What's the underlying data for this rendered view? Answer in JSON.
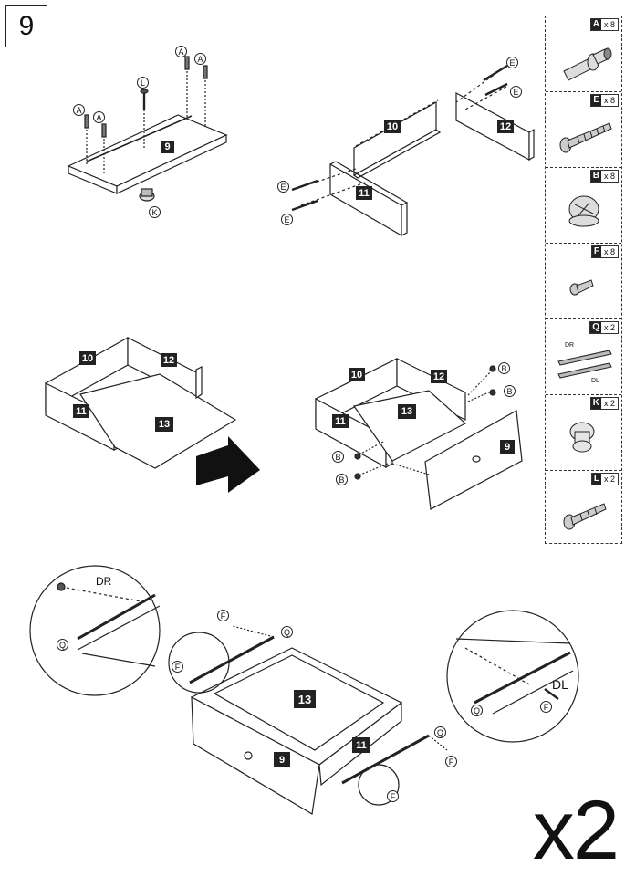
{
  "step": {
    "number": "9"
  },
  "multiplier": "x2",
  "parts": [
    {
      "letter": "A",
      "qty": "x 8",
      "icon": "cam-dowel-icon"
    },
    {
      "letter": "E",
      "qty": "x 8",
      "icon": "long-screw-icon"
    },
    {
      "letter": "B",
      "qty": "x 8",
      "icon": "cam-lock-icon"
    },
    {
      "letter": "F",
      "qty": "x 8",
      "icon": "short-screw-icon"
    },
    {
      "letter": "Q",
      "qty": "x 2",
      "icon": "drawer-slide-pair-icon",
      "sub_labels": [
        "DR",
        "DL"
      ]
    },
    {
      "letter": "K",
      "qty": "x 2",
      "icon": "knob-icon"
    },
    {
      "letter": "L",
      "qty": "x 2",
      "icon": "knob-screw-icon"
    }
  ],
  "panel_labels": {
    "p9": "9",
    "p10": "10",
    "p11": "11",
    "p12": "12",
    "p13": "13"
  },
  "hardware_labels": {
    "A": "A",
    "B": "B",
    "E": "E",
    "F": "F",
    "K": "K",
    "L": "L",
    "Q": "Q"
  },
  "slide_labels": {
    "dr": "DR",
    "dl": "DL"
  }
}
